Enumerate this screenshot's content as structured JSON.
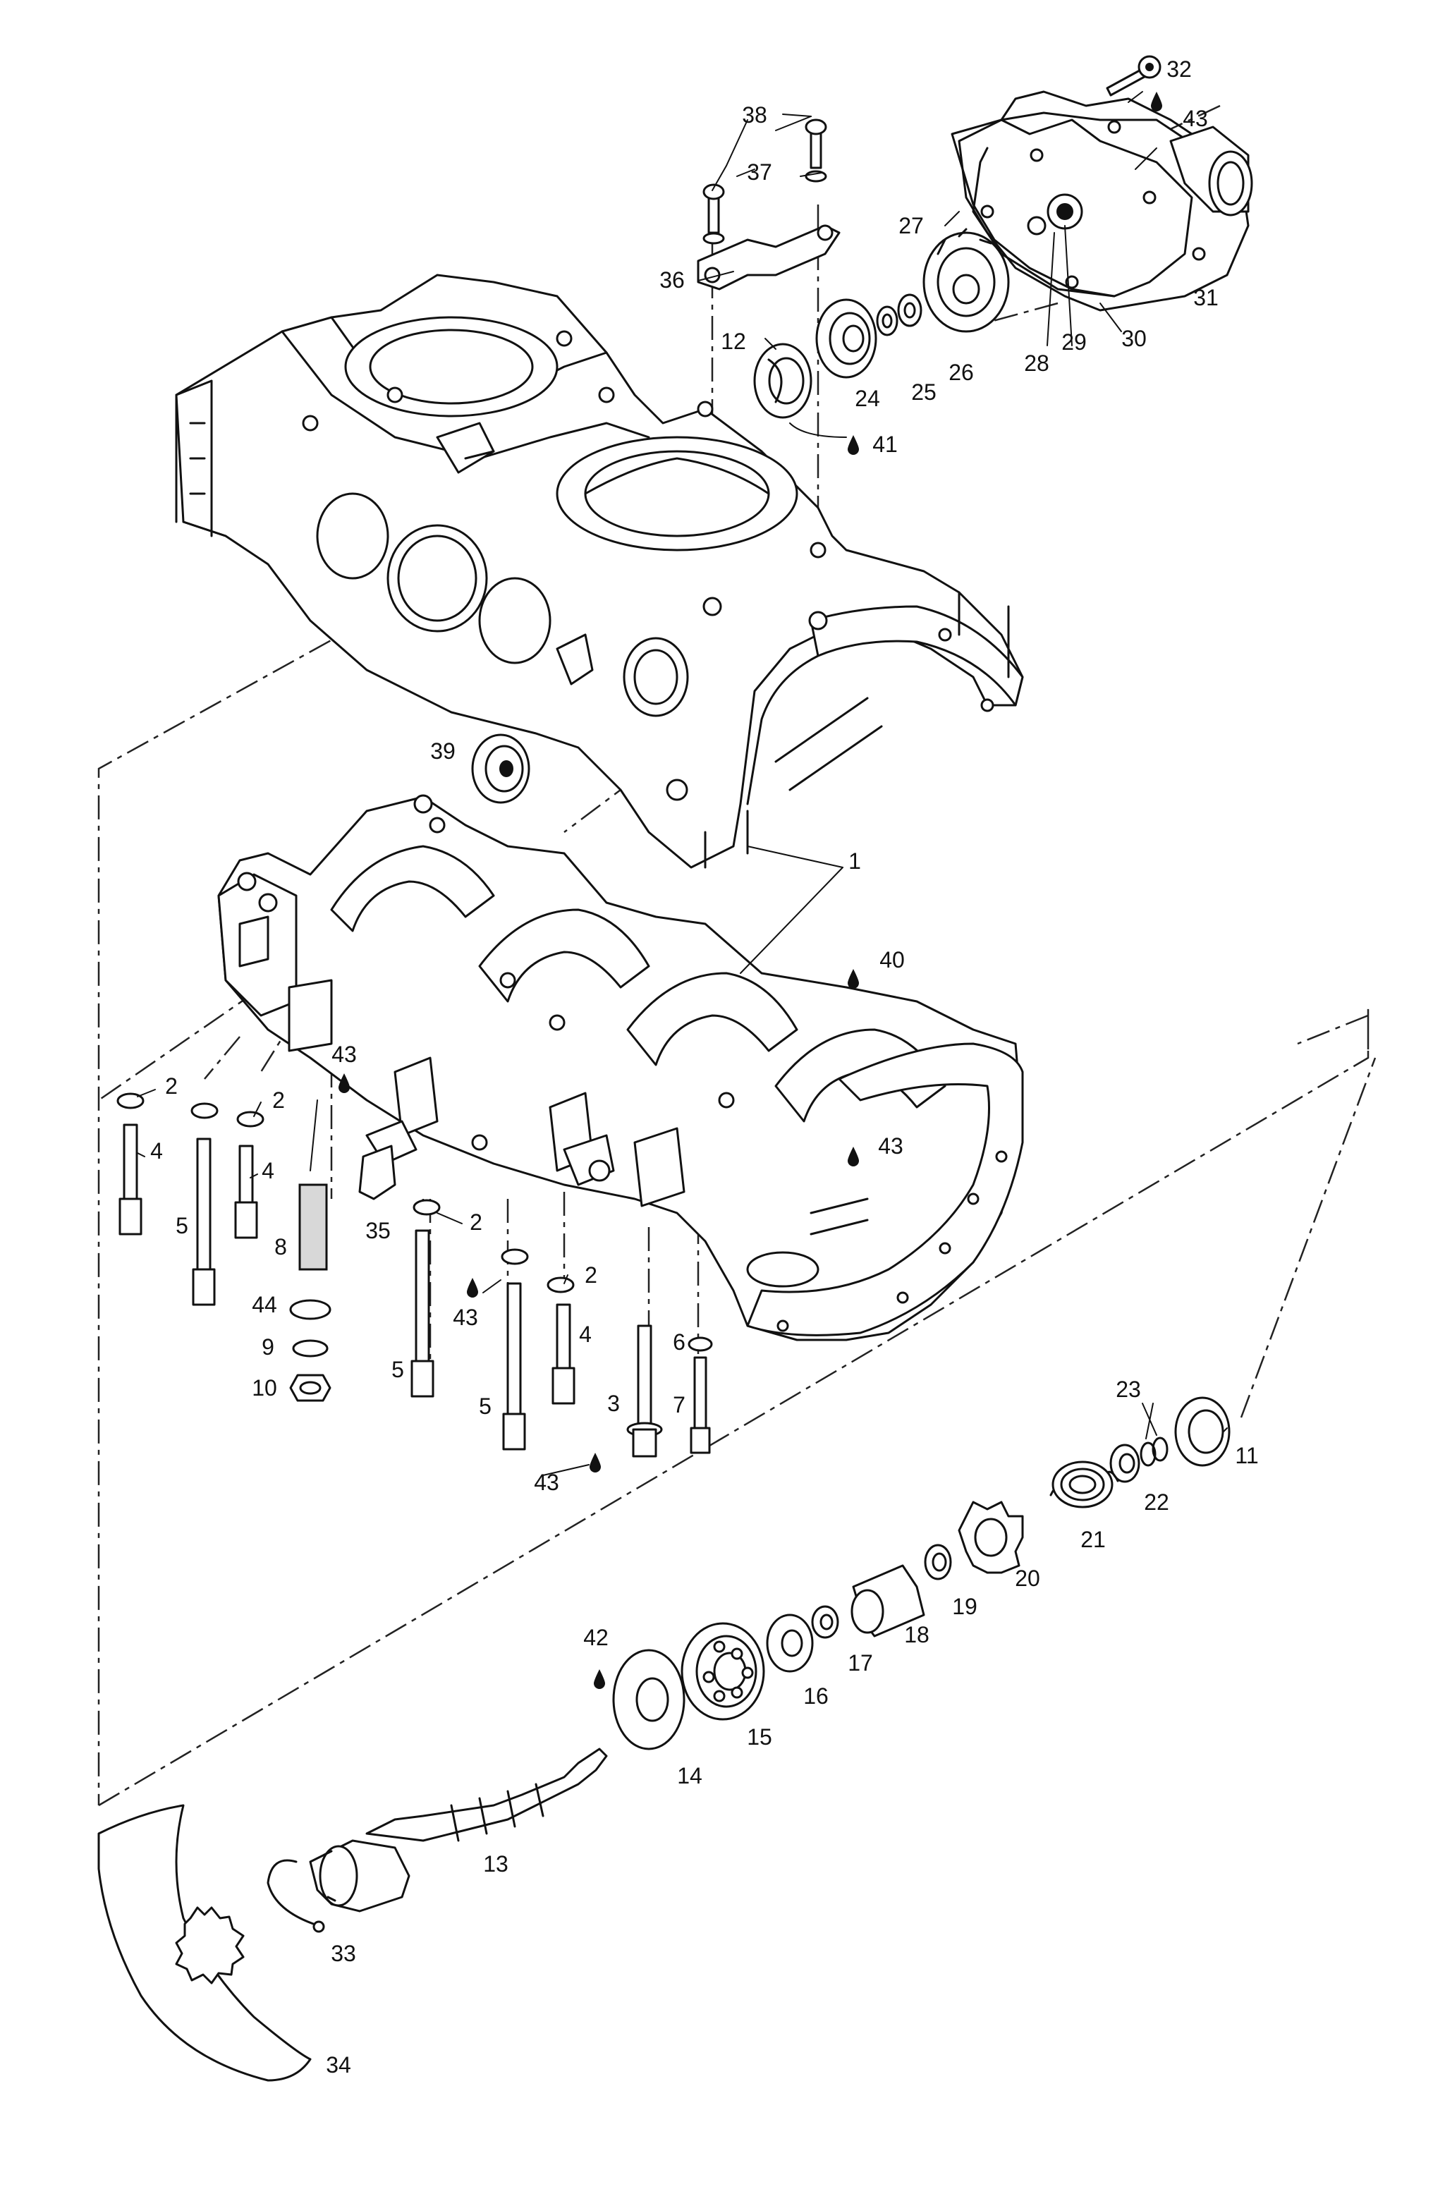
{
  "part_callouts": [
    {
      "id": "c1",
      "label": "1"
    },
    {
      "id": "c2a",
      "label": "2"
    },
    {
      "id": "c2b",
      "label": "2"
    },
    {
      "id": "c2c",
      "label": "2"
    },
    {
      "id": "c2d",
      "label": "2"
    },
    {
      "id": "c3",
      "label": "3"
    },
    {
      "id": "c4a",
      "label": "4"
    },
    {
      "id": "c4b",
      "label": "4"
    },
    {
      "id": "c4c",
      "label": "4"
    },
    {
      "id": "c5a",
      "label": "5"
    },
    {
      "id": "c5b",
      "label": "5"
    },
    {
      "id": "c5c",
      "label": "5"
    },
    {
      "id": "c6",
      "label": "6"
    },
    {
      "id": "c7",
      "label": "7"
    },
    {
      "id": "c8",
      "label": "8"
    },
    {
      "id": "c9",
      "label": "9"
    },
    {
      "id": "c10",
      "label": "10"
    },
    {
      "id": "c11",
      "label": "11"
    },
    {
      "id": "c12",
      "label": "12"
    },
    {
      "id": "c13",
      "label": "13"
    },
    {
      "id": "c14",
      "label": "14"
    },
    {
      "id": "c15",
      "label": "15"
    },
    {
      "id": "c16",
      "label": "16"
    },
    {
      "id": "c17",
      "label": "17"
    },
    {
      "id": "c18",
      "label": "18"
    },
    {
      "id": "c19",
      "label": "19"
    },
    {
      "id": "c20",
      "label": "20"
    },
    {
      "id": "c21",
      "label": "21"
    },
    {
      "id": "c22",
      "label": "22"
    },
    {
      "id": "c23",
      "label": "23"
    },
    {
      "id": "c24",
      "label": "24"
    },
    {
      "id": "c25",
      "label": "25"
    },
    {
      "id": "c26",
      "label": "26"
    },
    {
      "id": "c27",
      "label": "27"
    },
    {
      "id": "c28",
      "label": "28"
    },
    {
      "id": "c29",
      "label": "29"
    },
    {
      "id": "c30",
      "label": "30"
    },
    {
      "id": "c31",
      "label": "31"
    },
    {
      "id": "c32",
      "label": "32"
    },
    {
      "id": "c33",
      "label": "33"
    },
    {
      "id": "c34",
      "label": "34"
    },
    {
      "id": "c35",
      "label": "35"
    },
    {
      "id": "c36",
      "label": "36"
    },
    {
      "id": "c37",
      "label": "37"
    },
    {
      "id": "c38",
      "label": "38"
    },
    {
      "id": "c39",
      "label": "39"
    },
    {
      "id": "c40",
      "label": "40"
    },
    {
      "id": "c41",
      "label": "41"
    },
    {
      "id": "c42",
      "label": "42"
    },
    {
      "id": "c43a",
      "label": "43"
    },
    {
      "id": "c43b",
      "label": "43"
    },
    {
      "id": "c43c",
      "label": "43"
    },
    {
      "id": "c43d",
      "label": "43"
    },
    {
      "id": "c43e",
      "label": "43"
    },
    {
      "id": "c44",
      "label": "44"
    }
  ],
  "icons": {
    "sealant_drop": "drop-icon"
  }
}
